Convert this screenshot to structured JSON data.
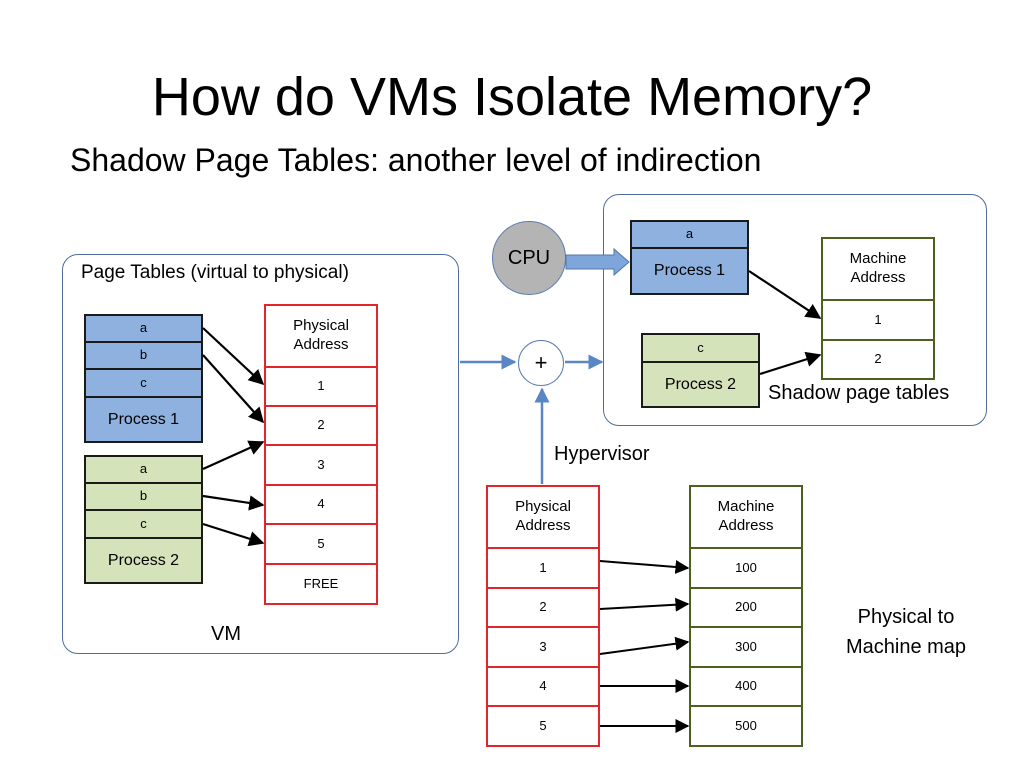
{
  "slide": {
    "title": "How do VMs Isolate Memory?",
    "subtitle": "Shadow Page Tables: another level of indirection"
  },
  "vm_panel": {
    "heading": "Page Tables (virtual to physical)",
    "footer": "VM",
    "process1": {
      "pages": [
        "a",
        "b",
        "c"
      ],
      "name": "Process 1"
    },
    "process2": {
      "pages": [
        "a",
        "b",
        "c"
      ],
      "name": "Process 2"
    },
    "physical_table": {
      "header": "Physical Address",
      "rows": [
        "1",
        "2",
        "3",
        "4",
        "5",
        "FREE"
      ]
    }
  },
  "cpu_label": "CPU",
  "plus_label": "+",
  "hypervisor_label": "Hypervisor",
  "shadow_panel": {
    "caption": "Shadow page tables",
    "process1": {
      "page": "a",
      "name": "Process 1"
    },
    "process2": {
      "page": "c",
      "name": "Process 2"
    },
    "machine_table": {
      "header": "Machine Address",
      "rows": [
        "1",
        "2"
      ]
    }
  },
  "p2m": {
    "physical_header": "Physical Address",
    "physical_rows": [
      "1",
      "2",
      "3",
      "4",
      "5"
    ],
    "machine_header": "Machine Address",
    "machine_rows": [
      "100",
      "200",
      "300",
      "400",
      "500"
    ],
    "caption": "Physical to Machine map"
  },
  "colors": {
    "process1_fill": "#8eb1e0",
    "process2_fill": "#d5e3bb",
    "physical_border": "#e3242b",
    "machine_border": "#4d5f1e",
    "panel_border": "#4f6d9b",
    "blue_arrow": "#5a86c6"
  }
}
